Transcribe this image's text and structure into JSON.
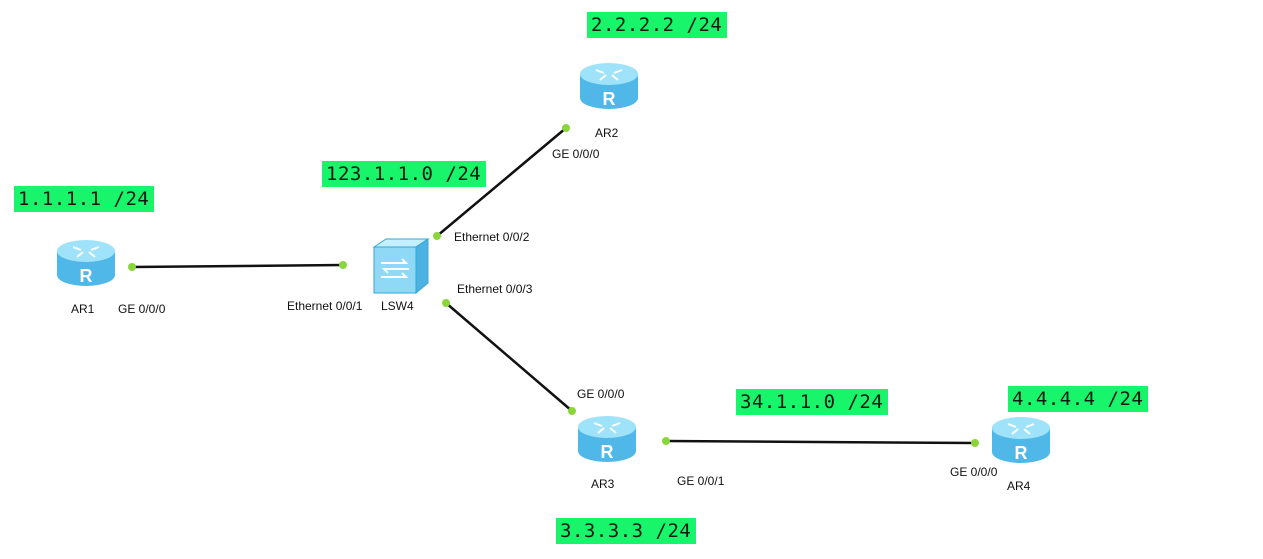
{
  "devices": {
    "ar1": {
      "name": "AR1",
      "icon": "router-icon"
    },
    "ar2": {
      "name": "AR2",
      "icon": "router-icon"
    },
    "ar3": {
      "name": "AR3",
      "icon": "router-icon"
    },
    "ar4": {
      "name": "AR4",
      "icon": "router-icon"
    },
    "lsw4": {
      "name": "LSW4",
      "icon": "switch-icon"
    }
  },
  "ports": {
    "ar1_ge000": "GE 0/0/0",
    "lsw4_eth001": "Ethernet 0/0/1",
    "lsw4_eth002": "Ethernet 0/0/2",
    "lsw4_eth003": "Ethernet 0/0/3",
    "ar2_ge000": "GE 0/0/0",
    "ar3_ge000": "GE 0/0/0",
    "ar3_ge001": "GE 0/0/1",
    "ar4_ge000": "GE 0/0/0"
  },
  "networks": {
    "ar1_loopback": "1.1.1.1 /24",
    "ar2_loopback": "2.2.2.2 /24",
    "ar3_loopback": "3.3.3.3 /24",
    "ar4_loopback": "4.4.4.4 /24",
    "lan_segment": "123.1.1.0 /24",
    "ar3_ar4_segment": "34.1.1.0 /24"
  },
  "colors": {
    "tag_background": "#19f56a",
    "link": "#111111",
    "port_dot": "#8ad63a",
    "device_body": "#5cc8f0"
  }
}
